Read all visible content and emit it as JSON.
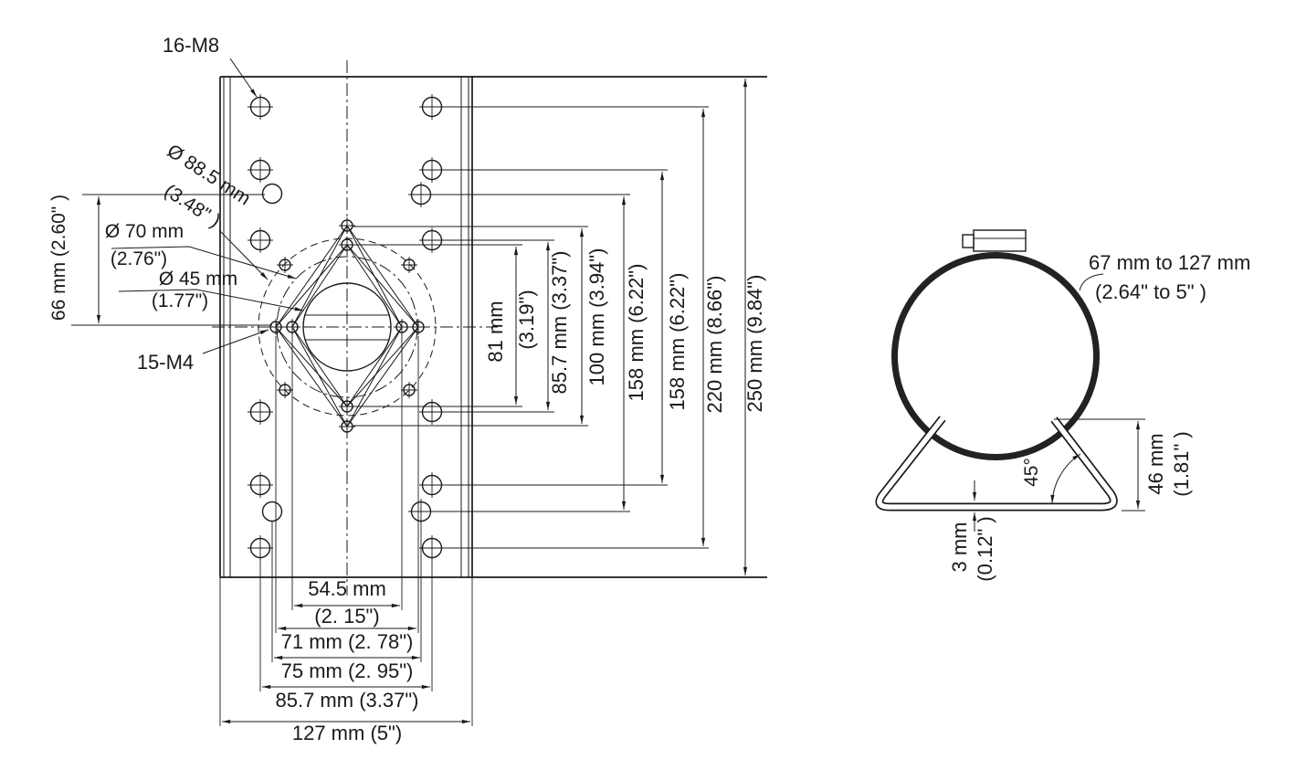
{
  "colors": {
    "ink": "#1a1a1a",
    "background": "#ffffff"
  },
  "front_view": {
    "label_16m8": "16-M8",
    "label_15m4": "15-M4",
    "dia_885_l1": "Ø 88.5 mm",
    "dia_885_l2": "(3.48\" )",
    "dia_70_l1": "Ø 70 mm",
    "dia_70_l2": "(2.76\")",
    "dia_45_l1": "Ø 45 mm",
    "dia_45_l2": "(1.77\")",
    "dim_66": "66 mm (2.60\" )",
    "dim_81_l1": "81 mm",
    "dim_81_l2": "(3.19\")",
    "dim_857_v": "85.7 mm (3.37\")",
    "dim_100": "100 mm (3.94\")",
    "dim_158_a": "158 mm (6.22\")",
    "dim_158_b": "158 mm (6.22\")",
    "dim_220": "220 mm (8.66\")",
    "dim_250": "250 mm (9.84\")",
    "dim_545_l1": "54.5 mm",
    "dim_545_l2": "(2. 15\")",
    "dim_71": "71 mm (2. 78\")",
    "dim_75": "75 mm (2. 95\")",
    "dim_857_h": "85.7 mm (3.37\")",
    "dim_127": "127 mm (5\")"
  },
  "side_view": {
    "range_l1": "67 mm to 127 mm",
    "range_l2": "(2.64\" to 5\" )",
    "angle": "45°",
    "height_l1": "46 mm",
    "height_l2": "(1.81\" )",
    "thickness_l1": "3 mm",
    "thickness_l2": "(0.12\" )"
  }
}
